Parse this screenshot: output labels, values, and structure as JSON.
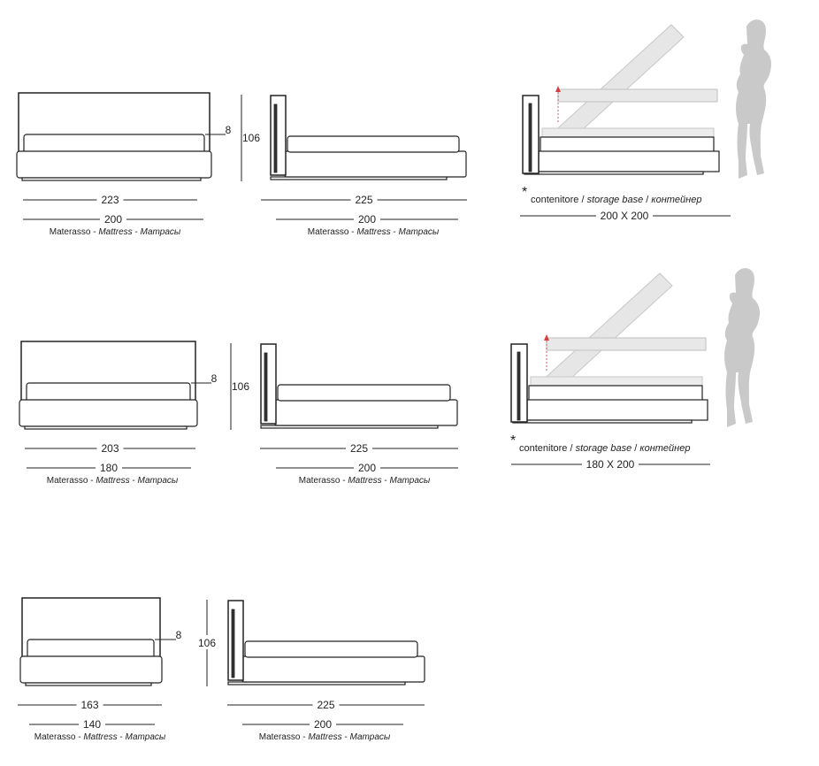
{
  "labels": {
    "mattress_it": "Materasso",
    "mattress_en": "Mattress",
    "mattress_ru": "Матрасы",
    "separator": " - ",
    "asterisk": "*",
    "storage_it": "contenitore",
    "storage_en": "storage base",
    "storage_ru": "контейнер",
    "slash": " / "
  },
  "rows": [
    {
      "front": {
        "width": "223",
        "mattress": "200",
        "headboard_depth": "8",
        "height": "106"
      },
      "side": {
        "length": "225",
        "mattress": "200"
      },
      "storage": {
        "size": "200 X 200"
      }
    },
    {
      "front": {
        "width": "203",
        "mattress": "180",
        "headboard_depth": "8",
        "height": "106"
      },
      "side": {
        "length": "225",
        "mattress": "200"
      },
      "storage": {
        "size": "180 X 200"
      }
    },
    {
      "front": {
        "width": "163",
        "mattress": "140",
        "headboard_depth": "8",
        "height": "106"
      },
      "side": {
        "length": "225",
        "mattress": "200"
      }
    }
  ]
}
